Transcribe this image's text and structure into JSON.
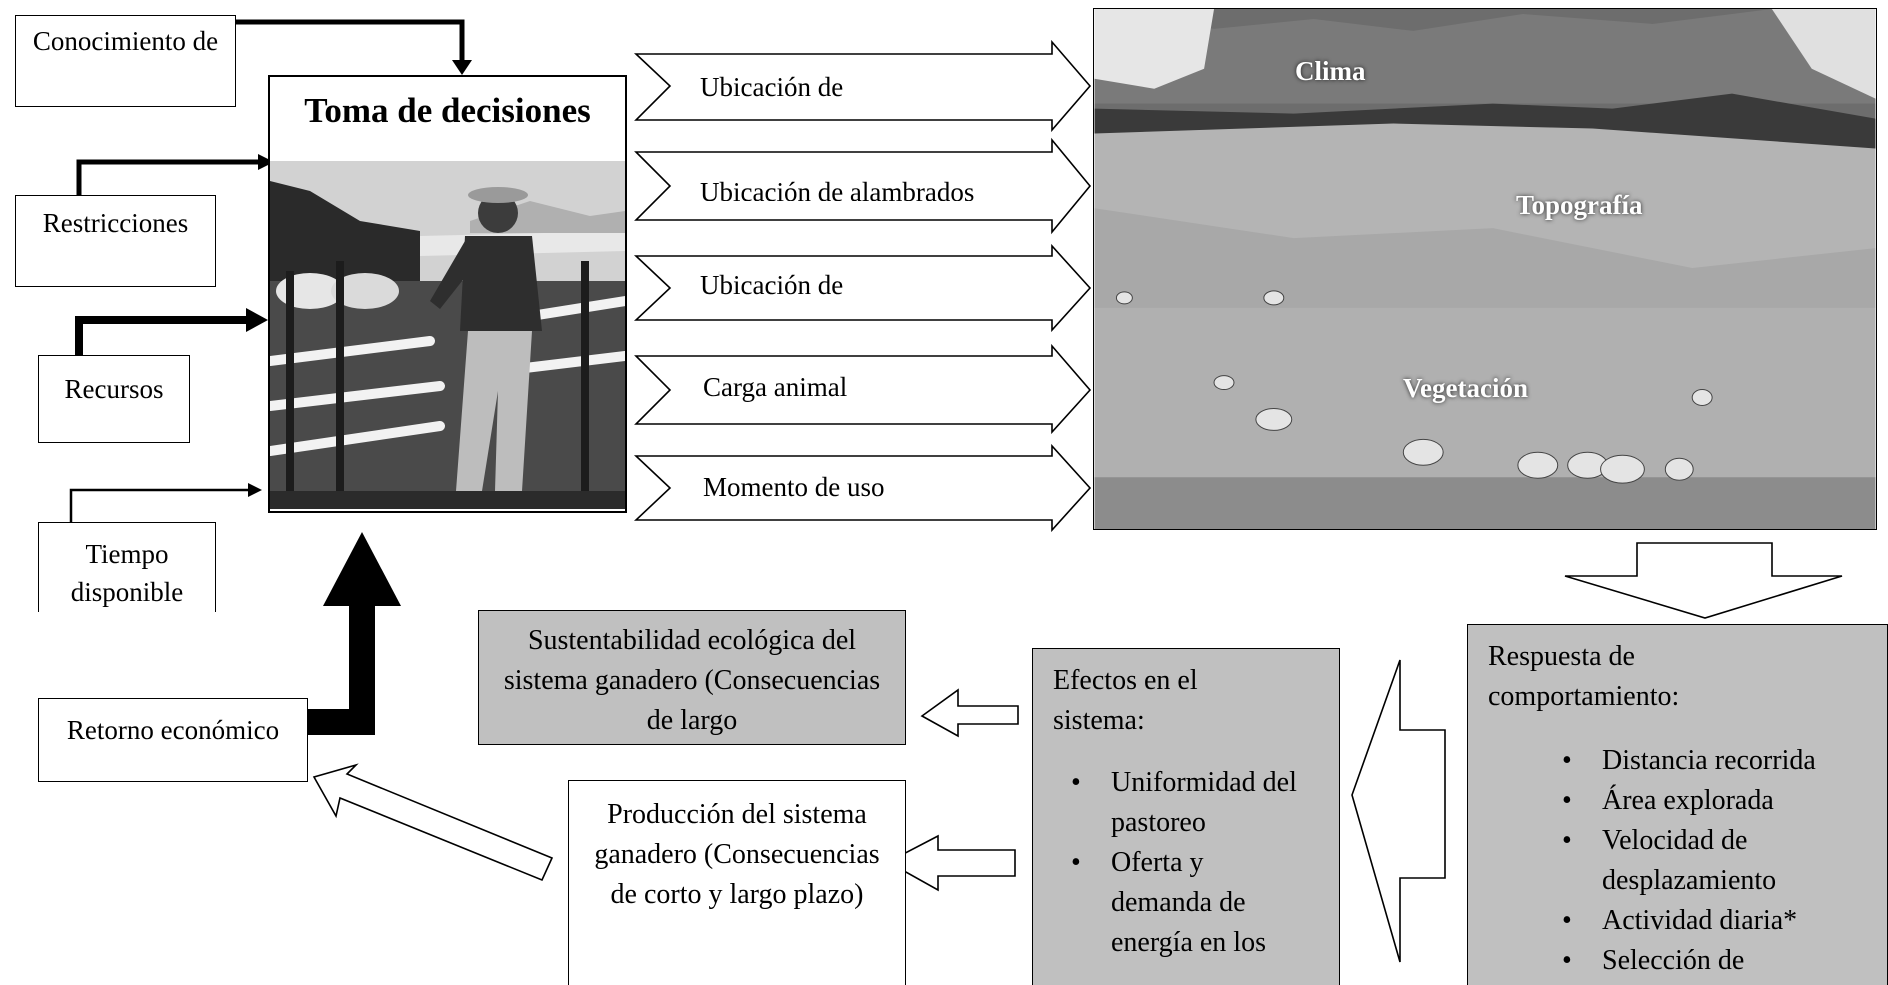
{
  "inputs": {
    "conocimiento": "Conocimiento de",
    "restricciones": "Restricciones",
    "recursos": "Recursos",
    "tiempo": "Tiempo disponible",
    "retorno": "Retorno económico"
  },
  "decision": {
    "title": "Toma de decisiones"
  },
  "actions": [
    "Ubicación de",
    "Ubicación de alambrados",
    "Ubicación de",
    "Carga animal",
    "Momento de uso"
  ],
  "landscape": {
    "clima": "Clima",
    "topografia": "Topografía",
    "vegetacion": "Vegetación"
  },
  "respuesta": {
    "title": "Respuesta de comportamiento:",
    "items": [
      "Distancia recorrida",
      "Área explorada",
      "Velocidad de desplazamiento",
      "Actividad diaria*",
      "Selección de"
    ]
  },
  "efectos": {
    "title": "Efectos en el sistema:",
    "items": [
      "Uniformidad del pastoreo",
      "Oferta y demanda de energía en los"
    ]
  },
  "sustentabilidad": "Sustentabilidad ecológica del sistema ganadero (Consecuencias de largo",
  "produccion": "Producción del sistema ganadero (Consecuencias de corto y largo plazo)",
  "colors": {
    "grey_box": "#c0c0c0",
    "stroke": "#000000"
  }
}
